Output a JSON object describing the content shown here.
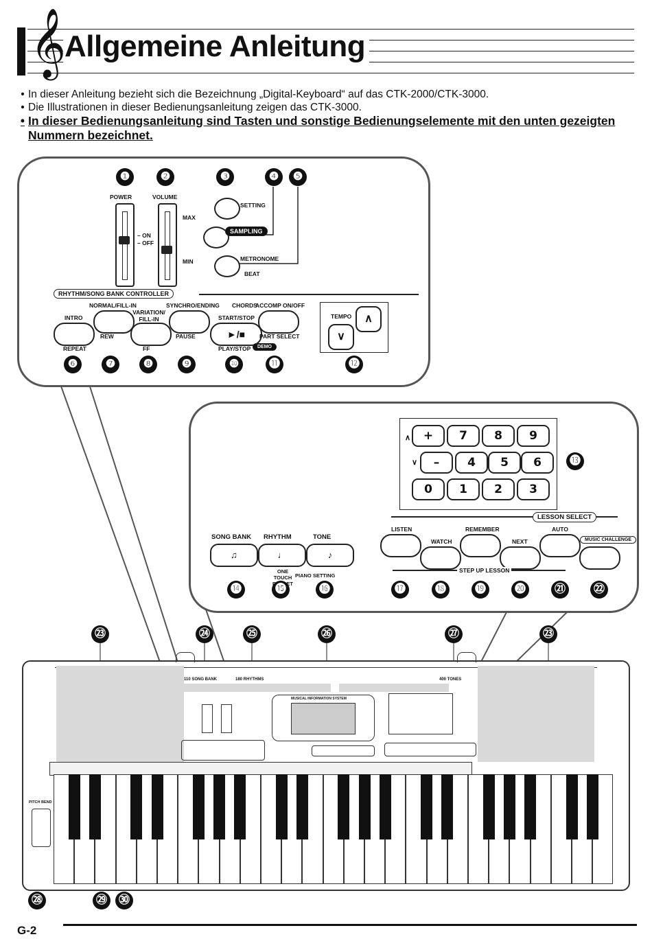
{
  "page_title": "Allgemeine Anleitung",
  "clef_icon": "treble-clef-icon",
  "bullets": [
    "In dieser Anleitung bezieht sich die Bezeichnung „Digital-Keyboard“ auf das CTK-2000/CTK-3000.",
    "Die Illustrationen in dieser Bedienungsanleitung zeigen das CTK-3000.",
    "In dieser Bedienungsanleitung sind Tasten und sonstige Bedienungselemente mit den unten gezeigten Nummern bezeichnet."
  ],
  "callouts": [
    "❶",
    "❷",
    "❸",
    "❹",
    "❺",
    "❻",
    "❼",
    "❽",
    "❾",
    "❿",
    "⓫",
    "⓬",
    "⓭",
    "⓮",
    "⓯",
    "⓰",
    "⓱",
    "⓲",
    "⓳",
    "⓴",
    "㉑",
    "㉒",
    "㉓",
    "㉔",
    "㉕",
    "㉖",
    "㉗",
    "㉘",
    "㉙",
    "㉚"
  ],
  "top_panel": {
    "power": "POWER",
    "on": "– ON",
    "off": "– OFF",
    "volume": "VOLUME",
    "max": "MAX",
    "min": "MIN",
    "setting": "SETTING",
    "sampling": "SAMPLING",
    "metronome": "METRONOME",
    "beat": "BEAT",
    "rhythm_controller": "RHYTHM/SONG BANK CONTROLLER",
    "intro": "INTRO",
    "repeat": "REPEAT",
    "normal_fill": "NORMAL/FILL-IN",
    "rew": "REW",
    "variation_fill": "VARIATION/ FILL-IN",
    "ff": "FF",
    "synchro": "SYNCHRO/ENDING",
    "pause": "PAUSE",
    "chords": "CHORDS",
    "accomp": "ACCOMP ON/OFF",
    "start_stop": "START/STOP",
    "play_symbol": "►/■",
    "play_stop": "PLAY/STOP",
    "demo": "DEMO",
    "part_select": "PART SELECT",
    "tempo": "TEMPO",
    "tempo_up": "∧",
    "tempo_down": "∨"
  },
  "bottom_panel": {
    "num_keys": [
      "+",
      "7",
      "8",
      "9",
      "–",
      "4",
      "5",
      "6",
      "0",
      "1",
      "2",
      "3"
    ],
    "up_mark": "∧",
    "down_mark": "∨",
    "song_bank": "SONG BANK",
    "rhythm": "RHYTHM",
    "tone": "TONE",
    "one_touch": "ONE TOUCH PRESET",
    "piano_setting": "PIANO SETTING",
    "lesson_select": "LESSON SELECT",
    "listen": "LISTEN",
    "watch": "WATCH",
    "remember": "REMEMBER",
    "next": "NEXT",
    "auto": "AUTO",
    "music_challenge": "MUSIC CHALLENGE",
    "step_up": "STEP UP LESSON"
  },
  "keyboard": {
    "songs": "110 SONG BANK",
    "rhythms": "180 RHYTHMS",
    "tones": "400 TONES",
    "mis": "MUSICAL INFORMATION SYSTEM",
    "pitch_bend": "PITCH BEND"
  },
  "footer": {
    "page": "G-2"
  }
}
